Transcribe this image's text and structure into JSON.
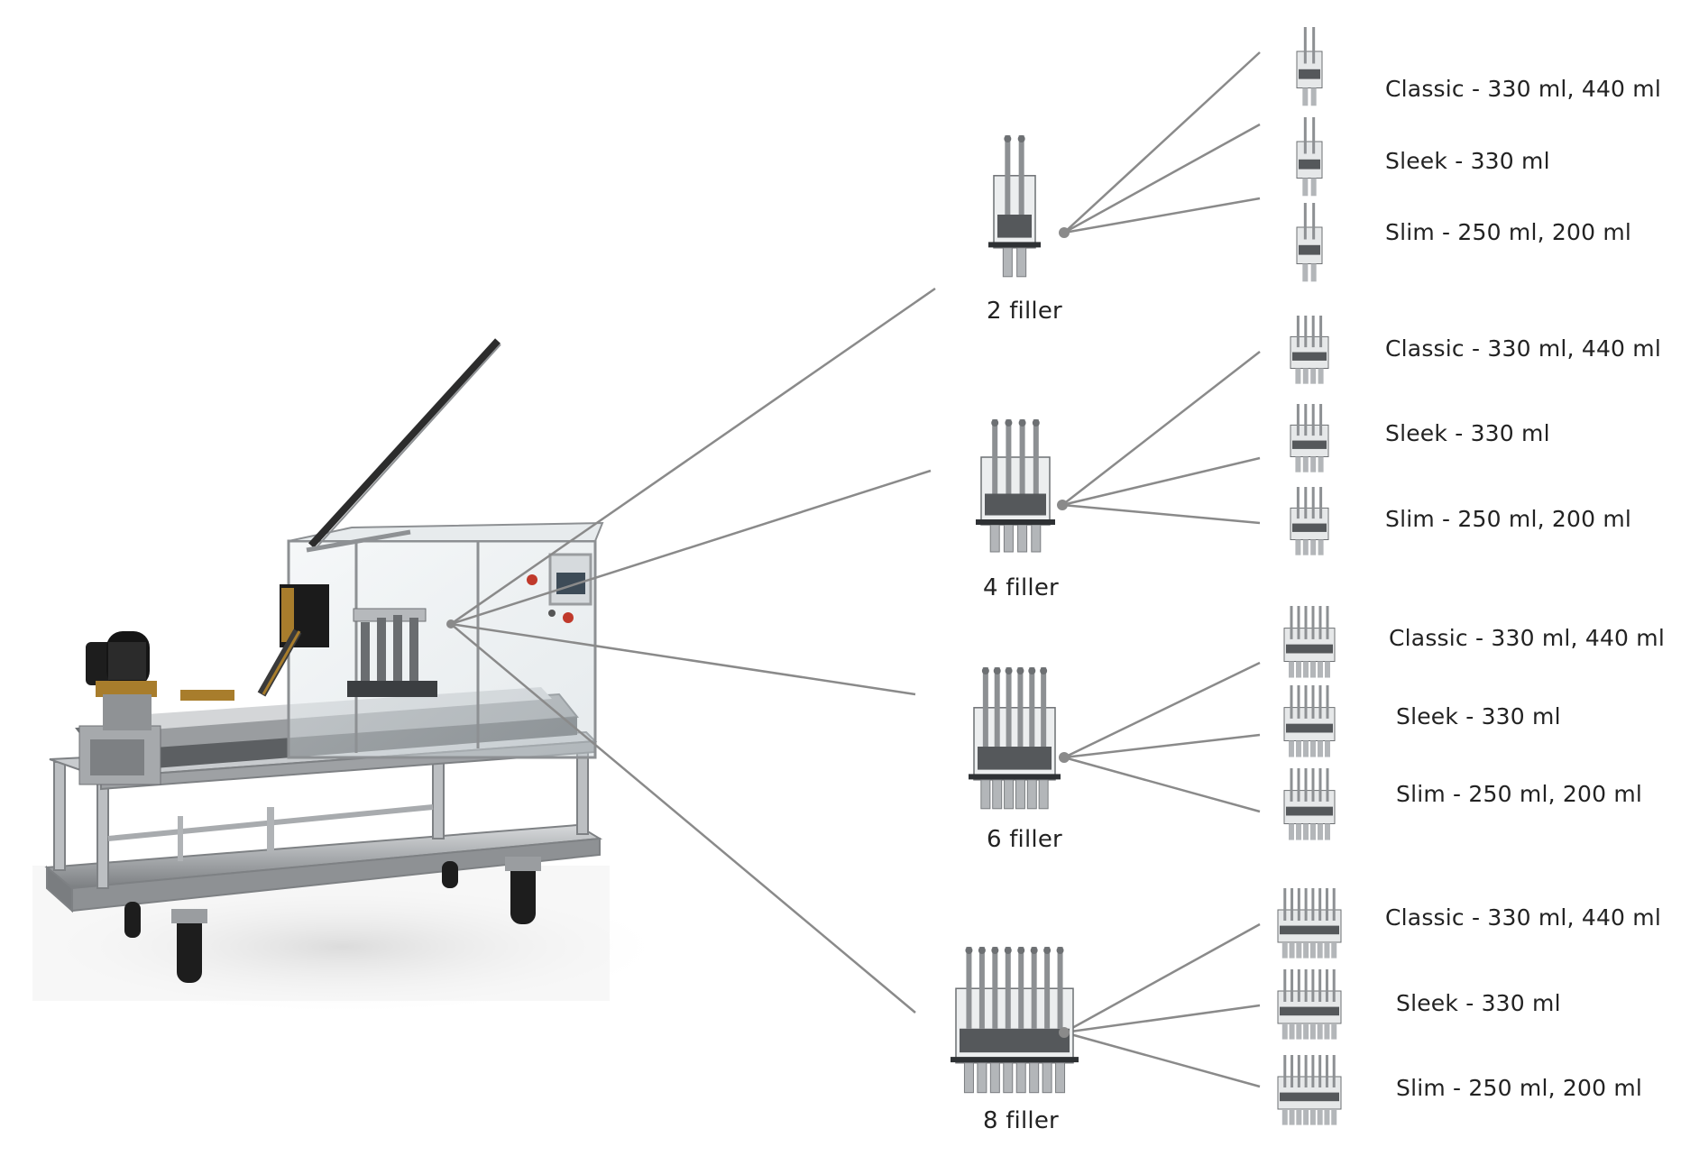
{
  "diagram": {
    "machine_name": "can-filling-machine",
    "colors": {
      "line": "#8a8a8a",
      "steel": "#b9bcbf",
      "steel_dark": "#6d7073",
      "glass": "#d9e3e8",
      "motor": "#1c1c1c",
      "brass": "#a87d2c",
      "text": "#222222"
    },
    "fillers": [
      {
        "label": "2 filler",
        "heads": 2,
        "options": [
          "Classic - 330 ml, 440 ml",
          "Sleek - 330 ml",
          "Slim - 250 ml, 200 ml"
        ]
      },
      {
        "label": "4 filler",
        "heads": 4,
        "options": [
          "Classic - 330 ml, 440 ml",
          "Sleek - 330 ml",
          "Slim - 250 ml, 200 ml"
        ]
      },
      {
        "label": "6 filler",
        "heads": 6,
        "options": [
          "Classic - 330 ml, 440 ml",
          "Sleek - 330 ml",
          "Slim - 250 ml, 200 ml"
        ]
      },
      {
        "label": "8 filler",
        "heads": 8,
        "options": [
          "Classic - 330 ml, 440 ml",
          "Sleek - 330 ml",
          "Slim - 250 ml, 200 ml"
        ]
      }
    ]
  }
}
